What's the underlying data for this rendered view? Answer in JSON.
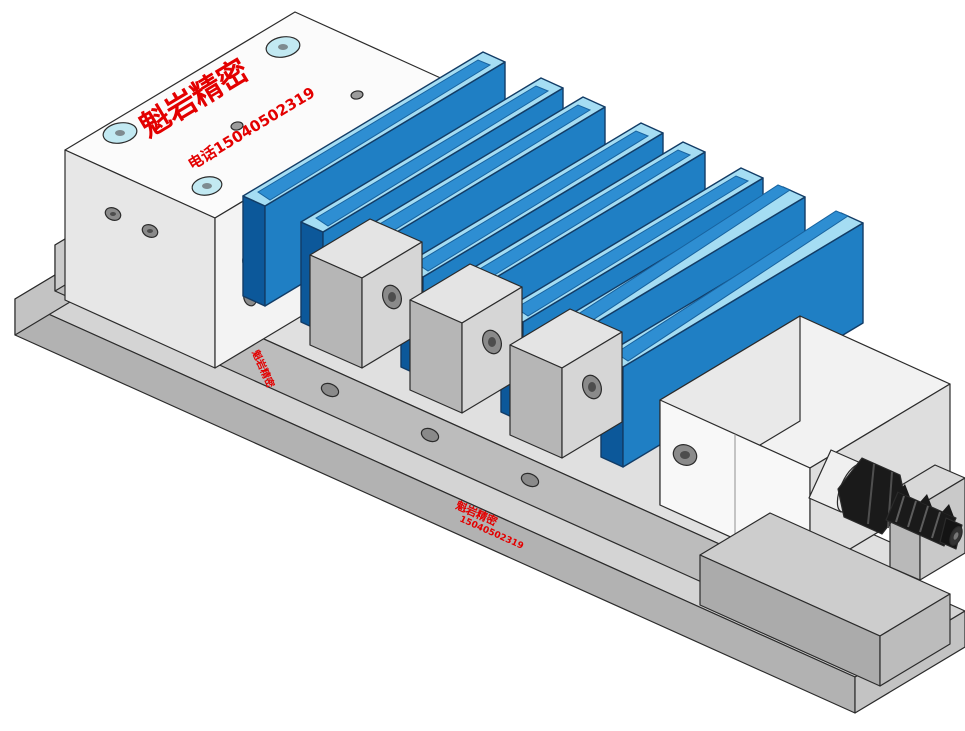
{
  "scene": {
    "background": "#ffffff",
    "subject": "multi-station precision vise with blue jaw inserts, isometric CAD render"
  },
  "branding": {
    "company_name": "魁岩精密",
    "phone": "电话15040502319",
    "side_label": "魁岩精密",
    "plate_label_line1": "魁岩精密",
    "plate_label_line2": "15040502319"
  },
  "colors": {
    "jaw_blue_front": "#1f7fc4",
    "jaw_blue_side": "#0c589a",
    "jaw_blue_top_rim": "#a5ddf3",
    "jaw_blue_top_inner": "#2e8ed2",
    "hole_cyan": "#c2e9f2",
    "text_red": "#e30000",
    "body_white": "#f8f8f8",
    "base_gray": "#d4d4d4",
    "screw_black": "#1a1a1a",
    "outline": "#2b2b2b"
  }
}
